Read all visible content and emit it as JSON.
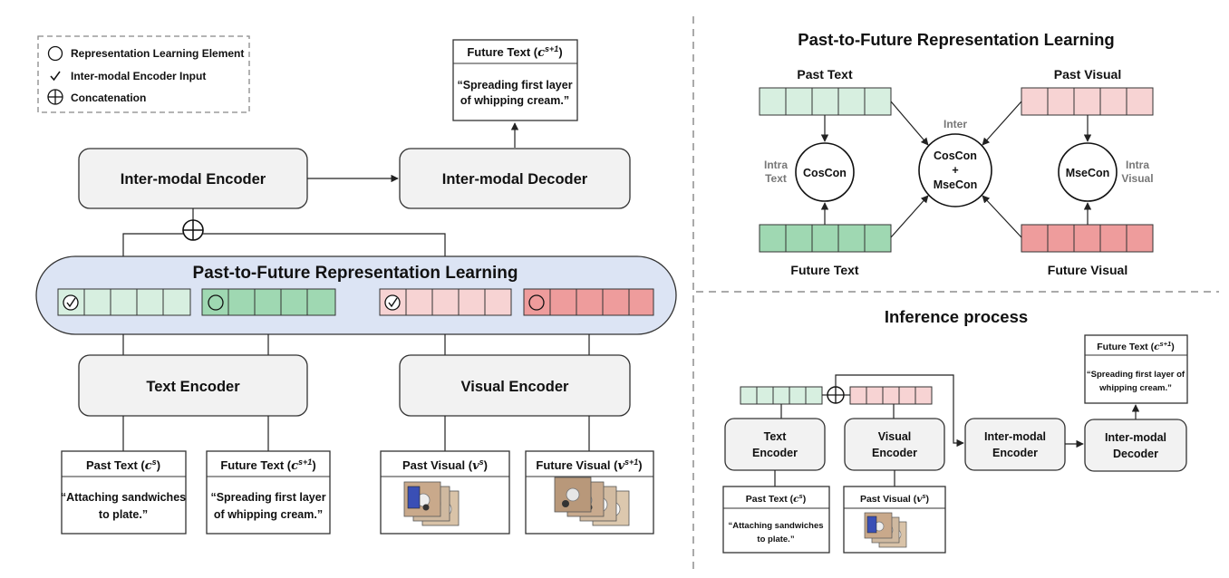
{
  "legend": {
    "items": [
      {
        "icon": "circle-icon",
        "label": "Representation Learning Element"
      },
      {
        "icon": "check-icon",
        "label": "Inter-modal Encoder Input"
      },
      {
        "icon": "circled-plus-icon",
        "label": "Concatenation"
      }
    ]
  },
  "left": {
    "future_text": {
      "title": "Future Text (",
      "var": "c",
      "sup": "s+1",
      "close": ")",
      "quote_lines": [
        "“Spreading first layer",
        "of whipping cream.”"
      ]
    },
    "inter_modal_encoder": "Inter-modal Encoder",
    "inter_modal_decoder": "Inter-modal Decoder",
    "representation_learning": "Past-to-Future Representation Learning",
    "text_encoder": "Text Encoder",
    "visual_encoder": "Visual Encoder",
    "past_text": {
      "title": "Past Text (",
      "var": "c",
      "sup": "s",
      "close": ")",
      "quote_lines": [
        "“Attaching sandwiches",
        "to plate.”"
      ]
    },
    "future_text_input": {
      "title": "Future Text (",
      "var": "c",
      "sup": "s+1",
      "close": ")",
      "quote_lines": [
        "“Spreading first layer",
        "of whipping cream.”"
      ]
    },
    "past_visual": {
      "title": "Past Visual (",
      "var": "v",
      "sup": "s",
      "close": ")"
    },
    "future_visual": {
      "title": "Future Visual (",
      "var": "v",
      "sup": "s+1",
      "close": ")"
    }
  },
  "top_right": {
    "title": "Past-to-Future Representation Learning",
    "past_text": "Past Text",
    "past_visual": "Past Visual",
    "future_text": "Future Text",
    "future_visual": "Future Visual",
    "inter": "Inter",
    "intra_text": [
      "Intra",
      "Text"
    ],
    "intra_visual": [
      "Intra",
      "Visual"
    ],
    "coscon": "CosCon",
    "msecon": "MseCon",
    "center": [
      "CosCon",
      "+",
      "MseCon"
    ]
  },
  "bottom_right": {
    "title": "Inference process",
    "future_text": {
      "title": "Future Text (",
      "var": "c",
      "sup": "s+1",
      "close": ")",
      "quote_lines": [
        "“Spreading first layer of",
        "whipping cream.”"
      ]
    },
    "text_encoder": [
      "Text",
      "Encoder"
    ],
    "visual_encoder": [
      "Visual",
      "Encoder"
    ],
    "inter_modal_encoder": [
      "Inter-modal",
      "Encoder"
    ],
    "inter_modal_decoder": [
      "Inter-modal",
      "Decoder"
    ],
    "past_text": {
      "title": "Past Text (",
      "var": "c",
      "sup": "s",
      "close": ")",
      "quote_lines": [
        "“Attaching sandwiches",
        "to plate.”"
      ]
    },
    "past_visual": {
      "title": "Past Visual (",
      "var": "v",
      "sup": "s",
      "close": ")"
    }
  },
  "colors": {
    "text_past": "#d7efe0",
    "text_future": "#9fd8b2",
    "visual_past": "#f7d3d3",
    "visual_future": "#ee9c9c",
    "pill_fill": "#dce4f4",
    "box_fill": "#f2f2f2"
  }
}
